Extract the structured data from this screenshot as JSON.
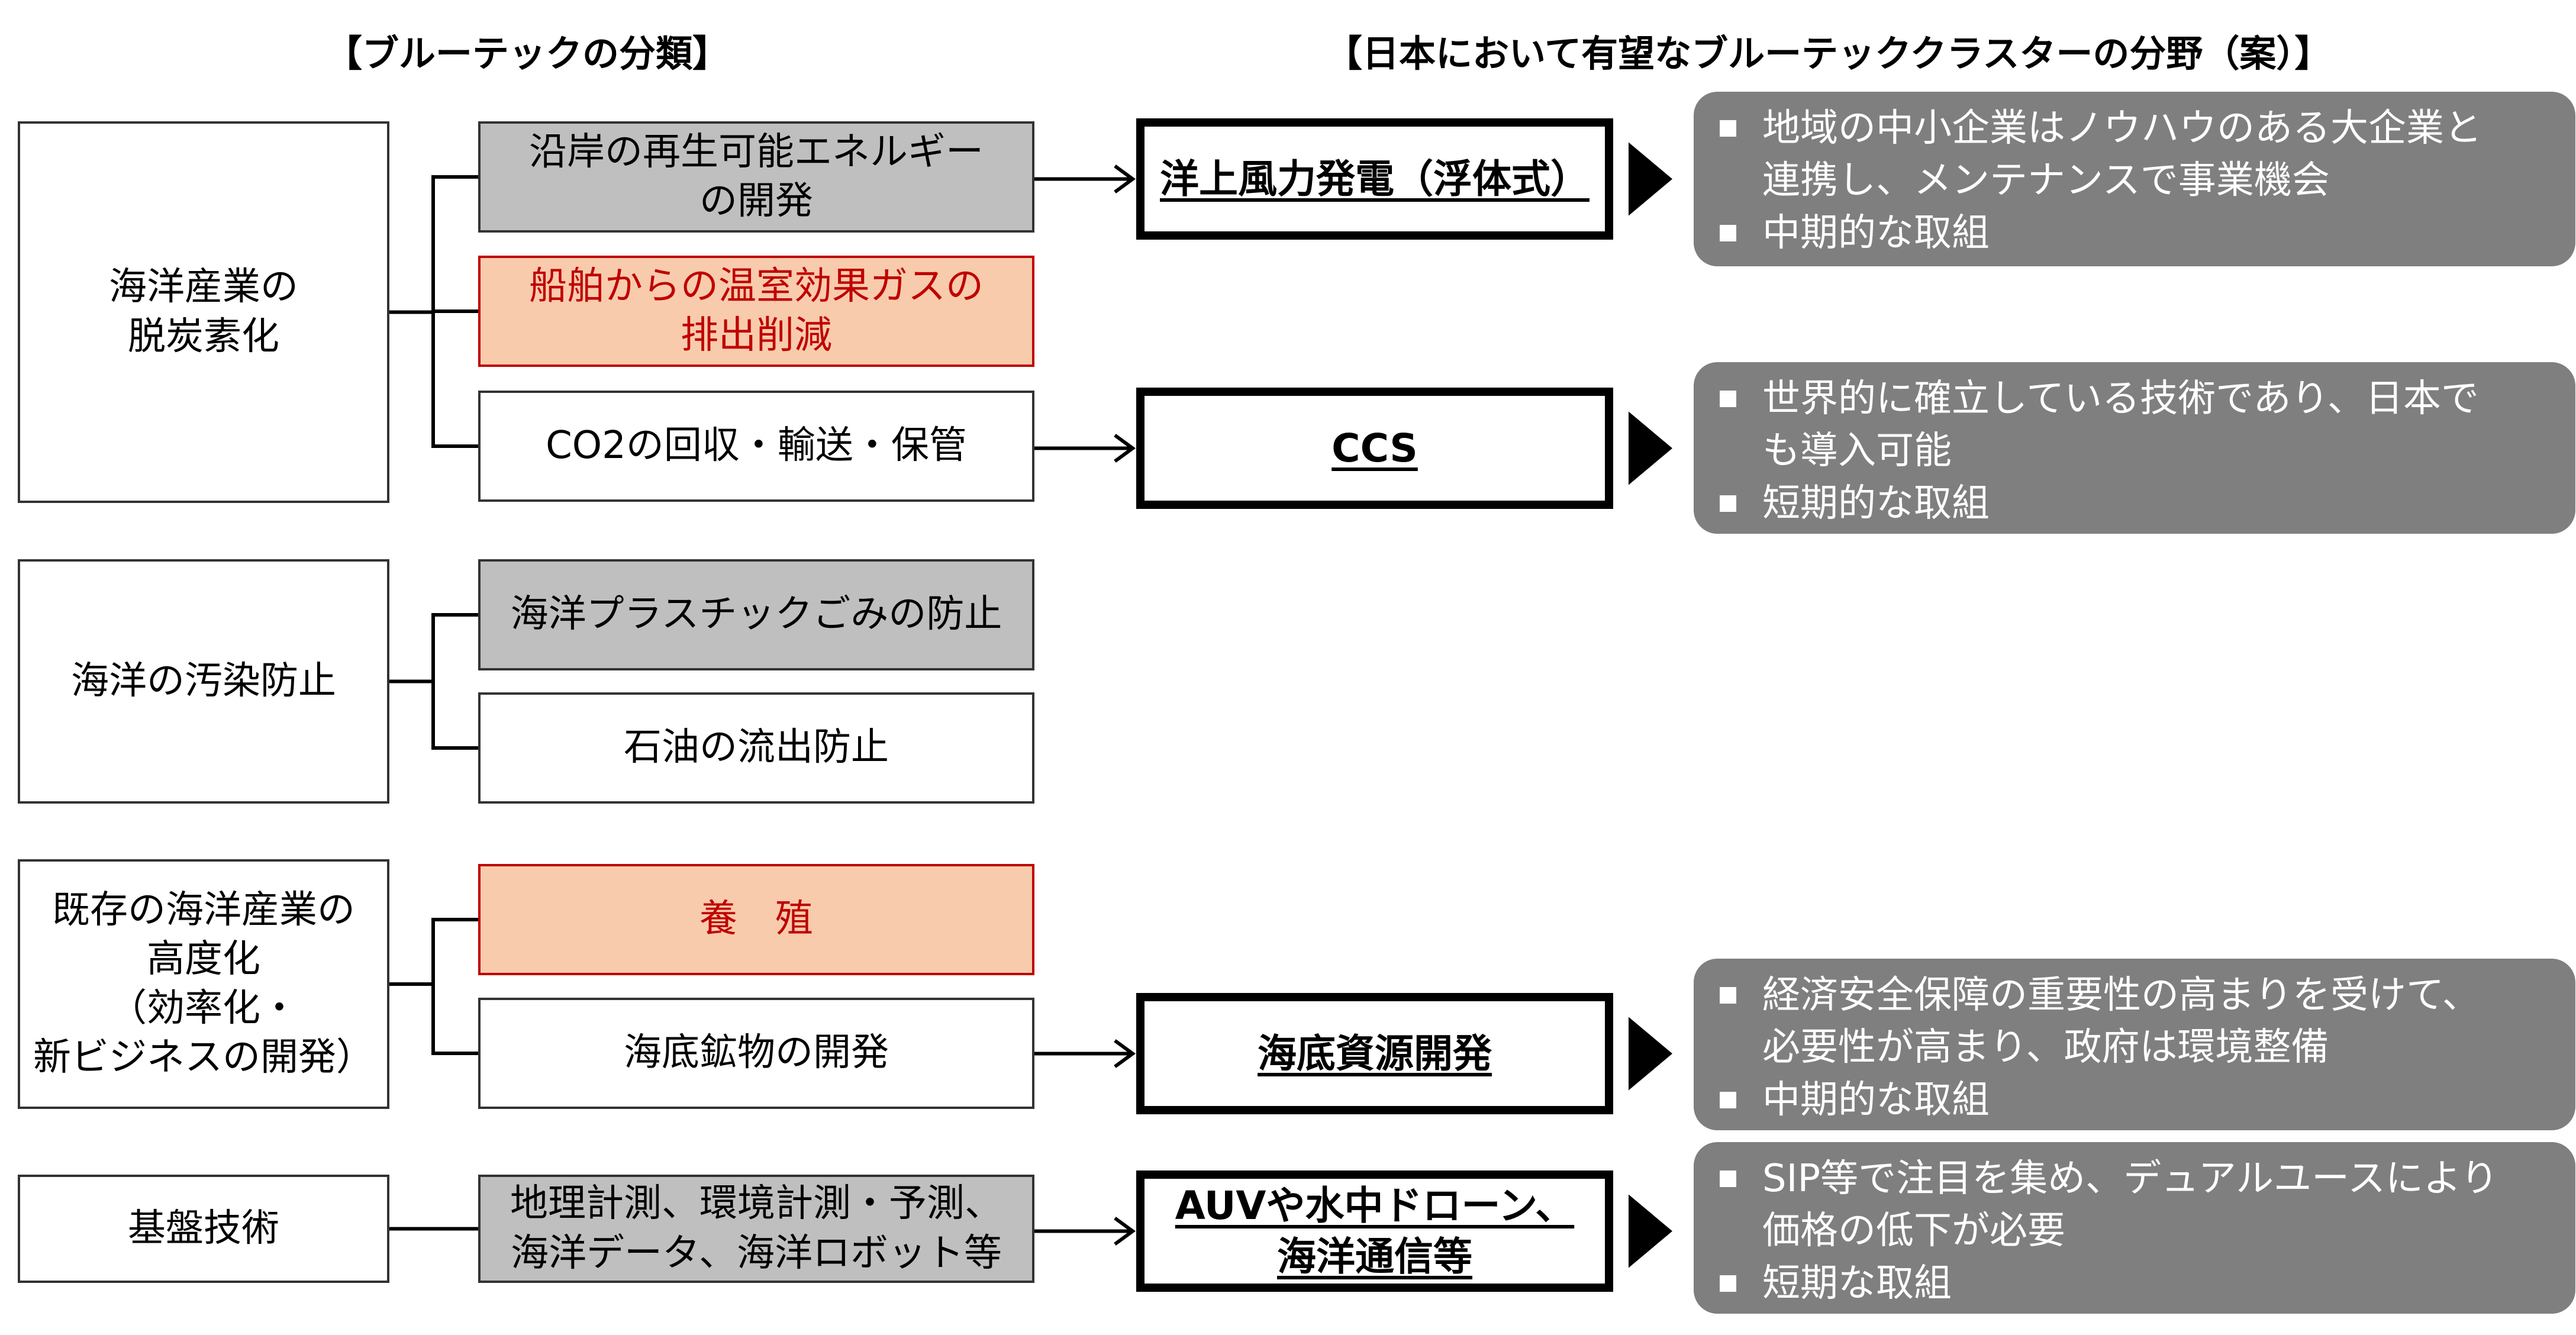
{
  "headers": {
    "left": "【ブルーテックの分類】",
    "right": "【日本において有望なブルーテッククラスターの分野（案）】"
  },
  "categories": [
    {
      "lines": [
        "海洋産業の",
        "脱炭素化"
      ]
    },
    {
      "lines": [
        "海洋の汚染防止"
      ]
    },
    {
      "lines": [
        "既存の海洋産業の",
        "高度化",
        "（効率化・",
        "新ビジネスの開発）"
      ]
    },
    {
      "lines": [
        "基盤技術"
      ]
    }
  ],
  "subs": [
    {
      "lines": [
        "沿岸の再生可能エネルギー",
        "の開発"
      ],
      "style": "gray"
    },
    {
      "lines": [
        "船舶からの温室効果ガスの",
        "排出削減"
      ],
      "style": "pink"
    },
    {
      "lines": [
        "CO2の回収・輸送・保管"
      ],
      "style": "white"
    },
    {
      "lines": [
        "海洋プラスチックごみの防止"
      ],
      "style": "gray"
    },
    {
      "lines": [
        "石油の流出防止"
      ],
      "style": "white"
    },
    {
      "lines": [
        "養　殖"
      ],
      "style": "pink"
    },
    {
      "lines": [
        "海底鉱物の開発"
      ],
      "style": "white"
    },
    {
      "lines": [
        "地理計測、環境計測・予測、",
        "海洋データ、海洋ロボット等"
      ],
      "style": "gray"
    }
  ],
  "results": [
    {
      "lines": [
        "洋上風力発電（浮体式）"
      ]
    },
    {
      "lines": [
        "CCS"
      ]
    },
    {
      "lines": [
        "海底資源開発"
      ]
    },
    {
      "lines": [
        "AUVや水中ドローン、",
        "海洋通信等"
      ]
    }
  ],
  "notes": [
    {
      "bullets": [
        {
          "lines": [
            "地域の中小企業はノウハウのある大企業と",
            "連携し、メンテナンスで事業機会"
          ]
        },
        {
          "lines": [
            "中期的な取組"
          ]
        }
      ]
    },
    {
      "bullets": [
        {
          "lines": [
            "世界的に確立している技術であり、日本で",
            "も導入可能"
          ]
        },
        {
          "lines": [
            "短期的な取組"
          ]
        }
      ]
    },
    {
      "bullets": [
        {
          "lines": [
            "経済安全保障の重要性の高まりを受けて、",
            "必要性が高まり、政府は環境整備"
          ]
        },
        {
          "lines": [
            "中期的な取組"
          ]
        }
      ]
    },
    {
      "bullets": [
        {
          "lines": [
            "SIP等で注目を集め、デュアルユースにより",
            "価格の低下が必要"
          ]
        },
        {
          "lines": [
            "短期な取組"
          ]
        }
      ]
    }
  ],
  "colors": {
    "gray_box": "#bfbfbf",
    "pink_box": "#f8cbad",
    "pink_text": "#c00000",
    "note_bg": "#7f7f7f"
  }
}
